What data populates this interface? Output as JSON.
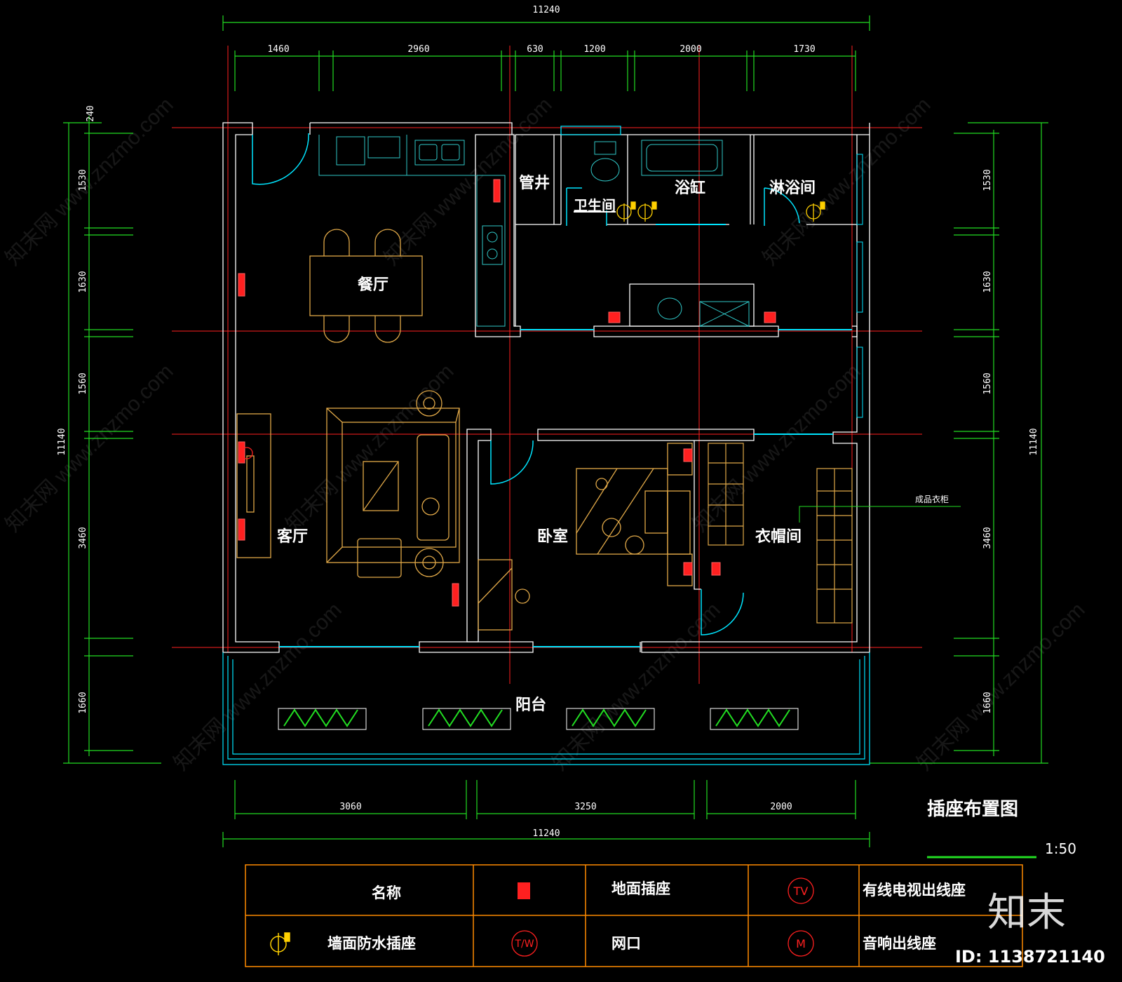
{
  "dimensions": {
    "total_width": "11240",
    "top_segments": [
      "1460",
      "2960",
      "630",
      "1200",
      "2000",
      "1730"
    ],
    "bottom_segments": [
      "3060",
      "3250",
      "2000"
    ],
    "total_height": "11140",
    "thickness": "240",
    "left_segments": [
      "1530",
      "1630",
      "1560",
      "3460",
      "1660"
    ],
    "right_segments": [
      "1530",
      "1630",
      "1560",
      "3460",
      "1660"
    ]
  },
  "rooms": {
    "pipe_shaft": "管井",
    "bathroom": "卫生间",
    "bathtub": "浴缸",
    "shower": "淋浴间",
    "dining": "餐厅",
    "living": "客厅",
    "bedroom": "卧室",
    "closet": "衣帽间",
    "balcony": "阳台"
  },
  "annotation": "成品衣柜",
  "drawing": {
    "title": "插座布置图",
    "scale": "1:50"
  },
  "legend": {
    "header": "名称",
    "floor_socket": "地面插座",
    "tv_outlet": "有线电视出线座",
    "tv_symbol": "TV",
    "waterproof_socket": "墙面防水插座",
    "network": "网口",
    "network_symbol": "T/W",
    "audio_outlet": "音响出线座",
    "audio_symbol": "M"
  },
  "branding": {
    "logo": "知末",
    "id": "ID: 1138721140",
    "watermark": "知末网 www.znzmo.com"
  },
  "colors": {
    "background": "#000000",
    "wall": "#ffffff",
    "axis": "#ff2020",
    "dimension": "#22dd22",
    "window": "#00e5ff",
    "furniture": "#e0a848",
    "fixture": "#30c8c8",
    "socket": "#ff2020",
    "legend_border": "#ff8a00"
  }
}
